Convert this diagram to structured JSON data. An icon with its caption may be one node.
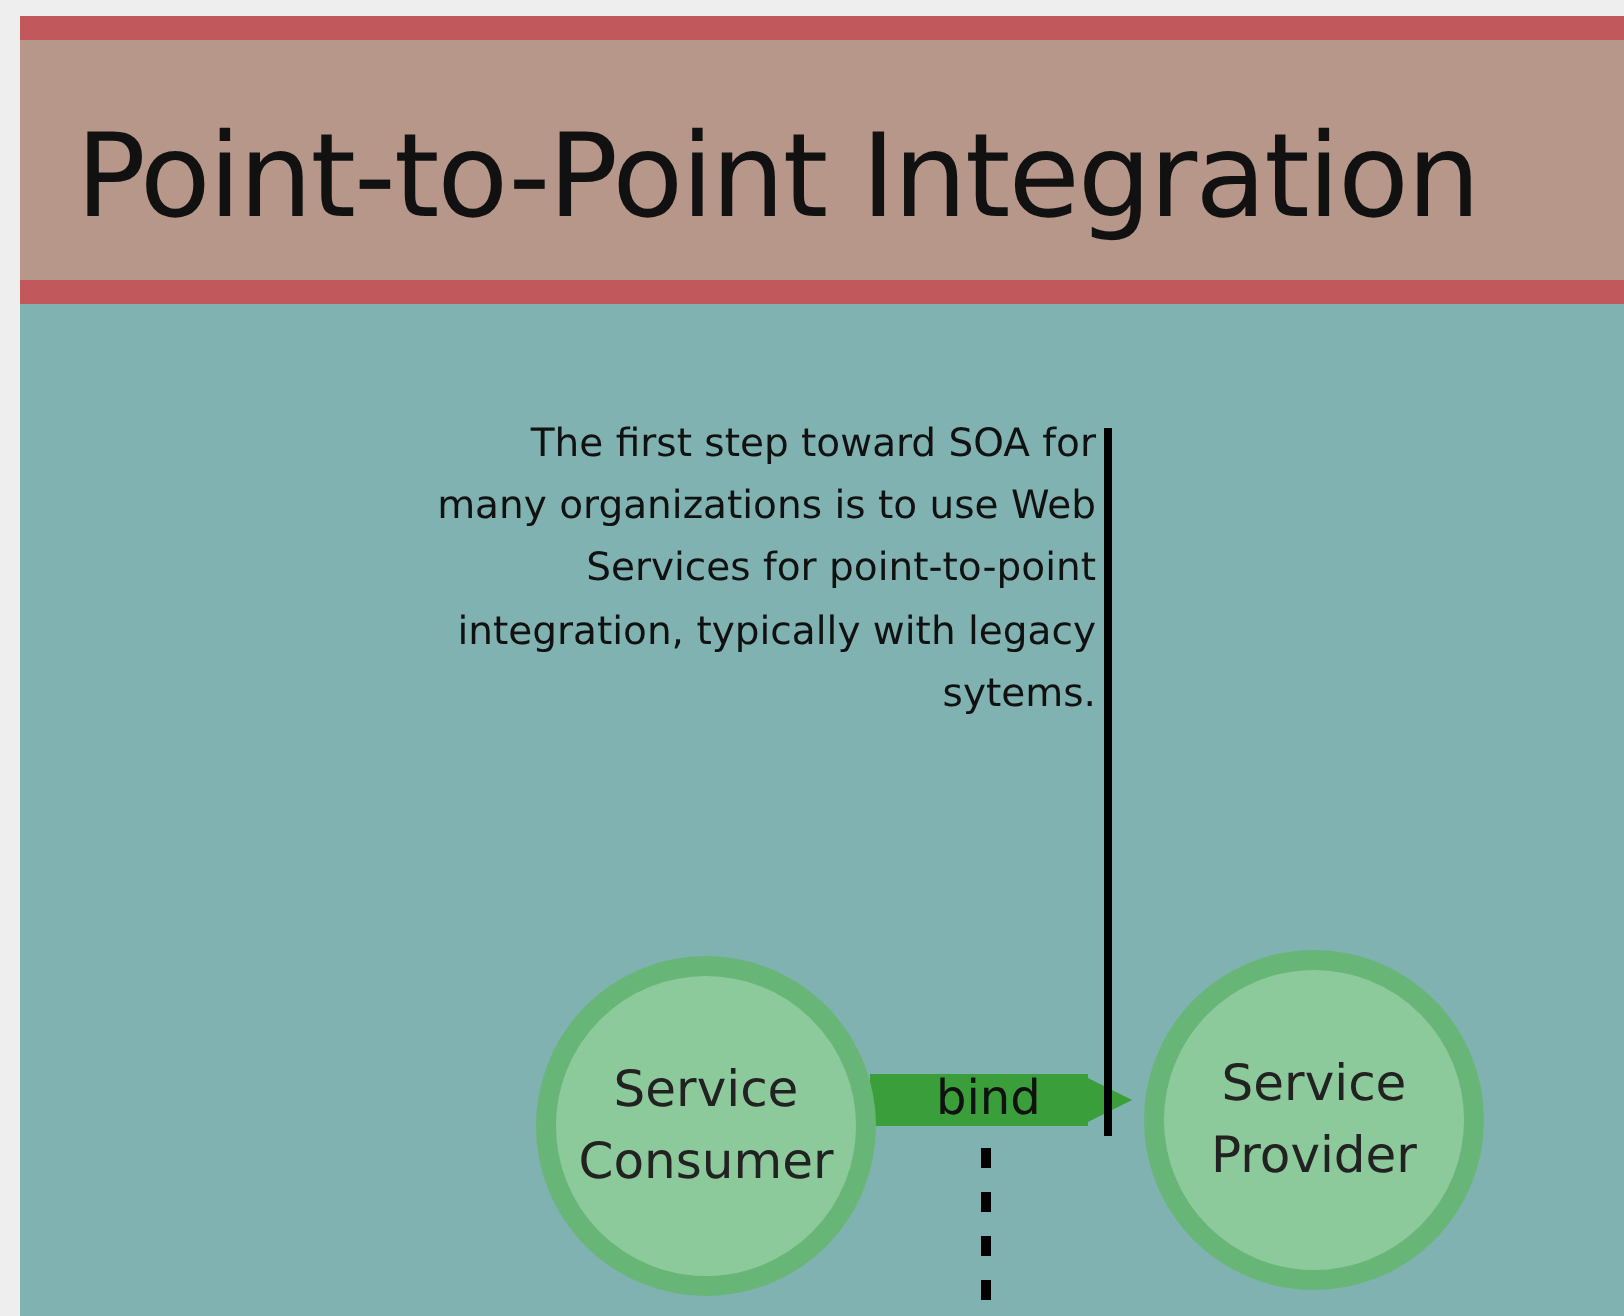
{
  "diagram": {
    "title": "Point-to-Point Integration",
    "nodes": [
      {
        "text": [
          "The first step toward SOA for many organizations is to use Web Services for point-to-point integration, typically with legacy sytems."
        ]
      },
      {
        "text": [
          "Service Consumer"
        ]
      },
      {
        "text": [
          "Service Provider"
        ]
      }
    ],
    "edges": [
      {
        "from": 1,
        "to": 2,
        "arrow": "to",
        "label": "bind",
        "style": "thick",
        "color": "#3a9e3a"
      },
      {
        "from": 0,
        "to": null,
        "arrow": "none",
        "color": "#000000"
      }
    ]
  }
}
